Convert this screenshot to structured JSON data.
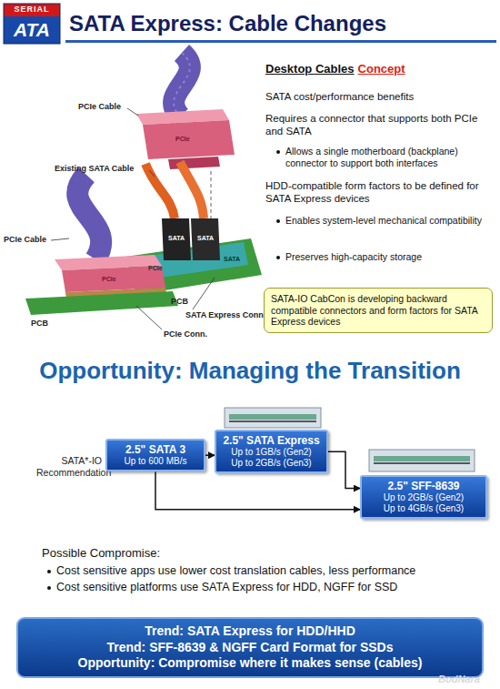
{
  "diagram": {
    "title": "SATA Express: Cable Changes",
    "nodes": [
      {
        "text": [
          "SATA-IO CabCon is developing backward compatible connectors and form factors for SATA Express devices"
        ]
      },
      {
        "text": [
          "2.5\" SATA 3",
          "Up to 600 MB/s"
        ]
      },
      {
        "text": [
          "2.5\" SATA Express",
          "Up to 1GB/s (Gen2)",
          "Up to 2GB/s (Gen3)"
        ]
      },
      {
        "text": [
          "2.5\" SFF-8639",
          "Up to 2GB/s (Gen2)",
          "Up to 4GB/s (Gen3)"
        ]
      },
      {
        "text": [
          "Trend: SATA Express for HDD/HHD",
          "Trend: SFF-8639 & NGFF Card Format for SSDs",
          "Opportunity: Compromise where it makes sense (cables)"
        ]
      }
    ],
    "edges": [
      {
        "from": 1,
        "to": 2,
        "arrow": "to"
      },
      {
        "from": 2,
        "to": 3,
        "arrow": "to"
      },
      {
        "from": 1,
        "to": 3,
        "arrow": "to"
      }
    ],
    "labels": [
      "SERIAL",
      "ATA",
      "Desktop Cables",
      "Concept",
      "SATA cost/performance benefits",
      "Requires a connector that supports both PCIe and SATA",
      "Allows a single motherboard (backplane) connector to support both interfaces",
      "HDD-compatible form factors to be defined for SATA Express devices",
      "Enables system-level mechanical compatibility",
      "Preserves high-capacity storage",
      "PCIe Cable",
      "PCIe",
      "Existing SATA Cable",
      "SATA",
      "SATA",
      "PCIe",
      "SATA",
      "PCIe Cable",
      "PCIe",
      "PCB",
      "PCB",
      "SATA Express Conn",
      "PCIe Conn.",
      "Opportunity: Managing the Transition",
      "SATA*-IO Recommendation",
      "Possible Compromise:",
      "Cost sensitive apps use lower cost translation cables, less performance",
      "Cost sensitive platforms use SATA Express for HDD, NGFF for SSD",
      "BodNara"
    ]
  }
}
